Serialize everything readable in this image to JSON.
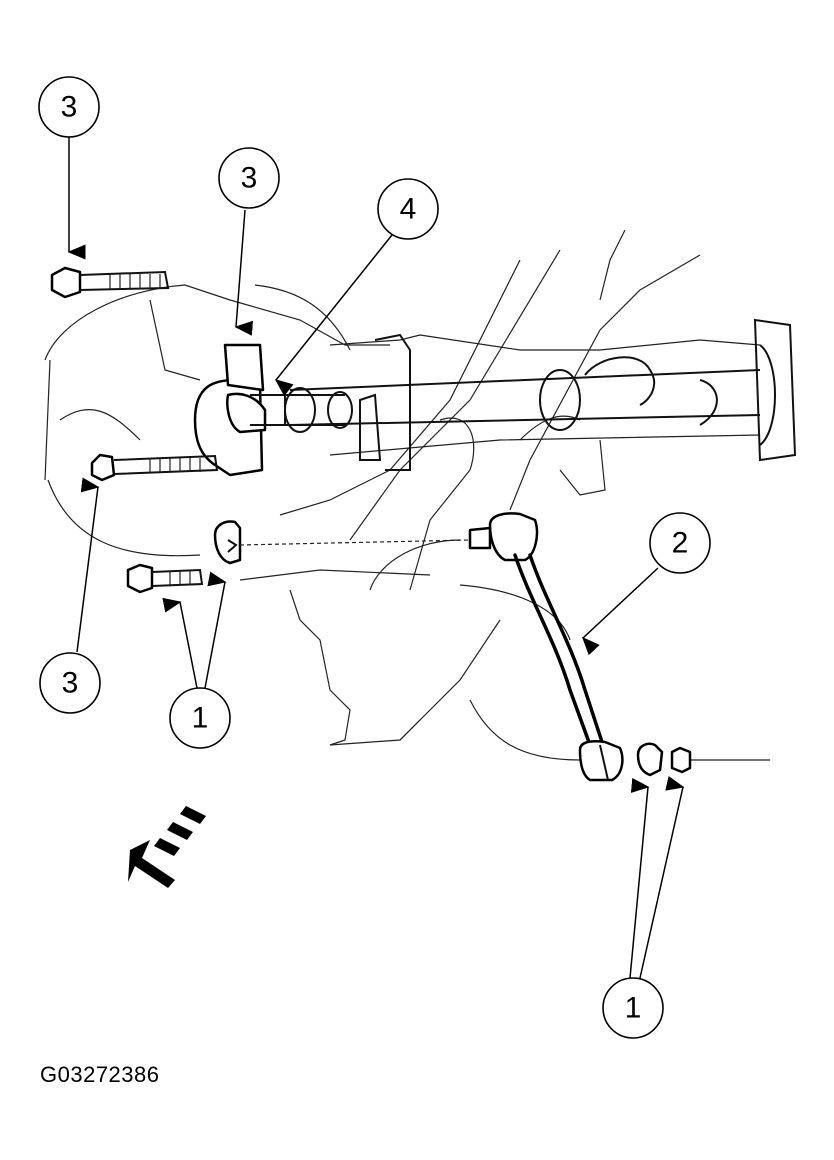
{
  "figure_code": "G03272386",
  "callouts": [
    {
      "label": "3"
    },
    {
      "label": "3"
    },
    {
      "label": "4"
    },
    {
      "label": "2"
    },
    {
      "label": "3"
    },
    {
      "label": "1"
    },
    {
      "label": "1"
    }
  ],
  "direction_arrow_icon": "front-direction-arrow-icon"
}
